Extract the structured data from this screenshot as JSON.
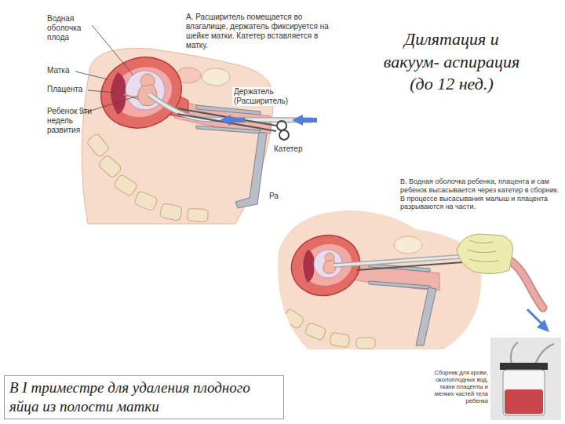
{
  "diagram": {
    "title": "Дилятация и вакуум- аспирация (до 12 нед.)",
    "nodes": [
      {
        "text": [
          "В I триместре для удаления плодного яйца из полости матки"
        ]
      }
    ],
    "labels": [
      "Водная оболочка плода",
      "Матка",
      "Плацента",
      "Ребенок 9ти недель развития",
      "А. Расширитель помещается во влагалище, держатель фиксируется на шейке матки. Катетер вставляется в матку.",
      "Держатель (Расширитель)",
      "Катетер",
      "Ра",
      "В. Водная оболочка ребенка, плацента и сам ребенок высасывается через катетер в сборник. В процессе высасывания малыш и плацента разрываются на части.",
      "Сборник для крови, околоплодных вод, ткани плаценты и мелких частей тела ребенка"
    ]
  }
}
